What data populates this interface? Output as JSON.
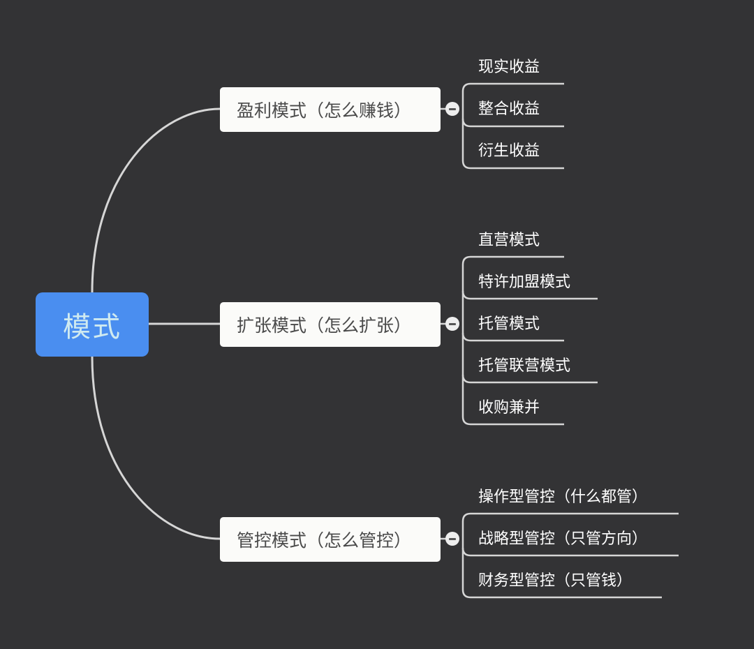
{
  "root": {
    "label": "模式",
    "color": "#4a8ef0"
  },
  "branches": [
    {
      "label": "盈利模式（怎么赚钱）",
      "children": [
        "现实收益",
        "整合收益",
        "衍生收益"
      ]
    },
    {
      "label": "扩张模式（怎么扩张）",
      "children": [
        "直营模式",
        "特许加盟模式",
        "托管模式",
        "托管联营模式",
        "收购兼并"
      ]
    },
    {
      "label": "管控模式（怎么管控）",
      "children": [
        "操作型管控（什么都管）",
        "战略型管控（只管方向）",
        "财务型管控（只管钱）"
      ]
    }
  ],
  "colors": {
    "background": "#333335",
    "connector": "#d6d6d6",
    "node_fill": "#fbfbf9",
    "leaf_text": "#ffffff"
  },
  "icons": {
    "toggle": "collapse-minus-icon"
  }
}
